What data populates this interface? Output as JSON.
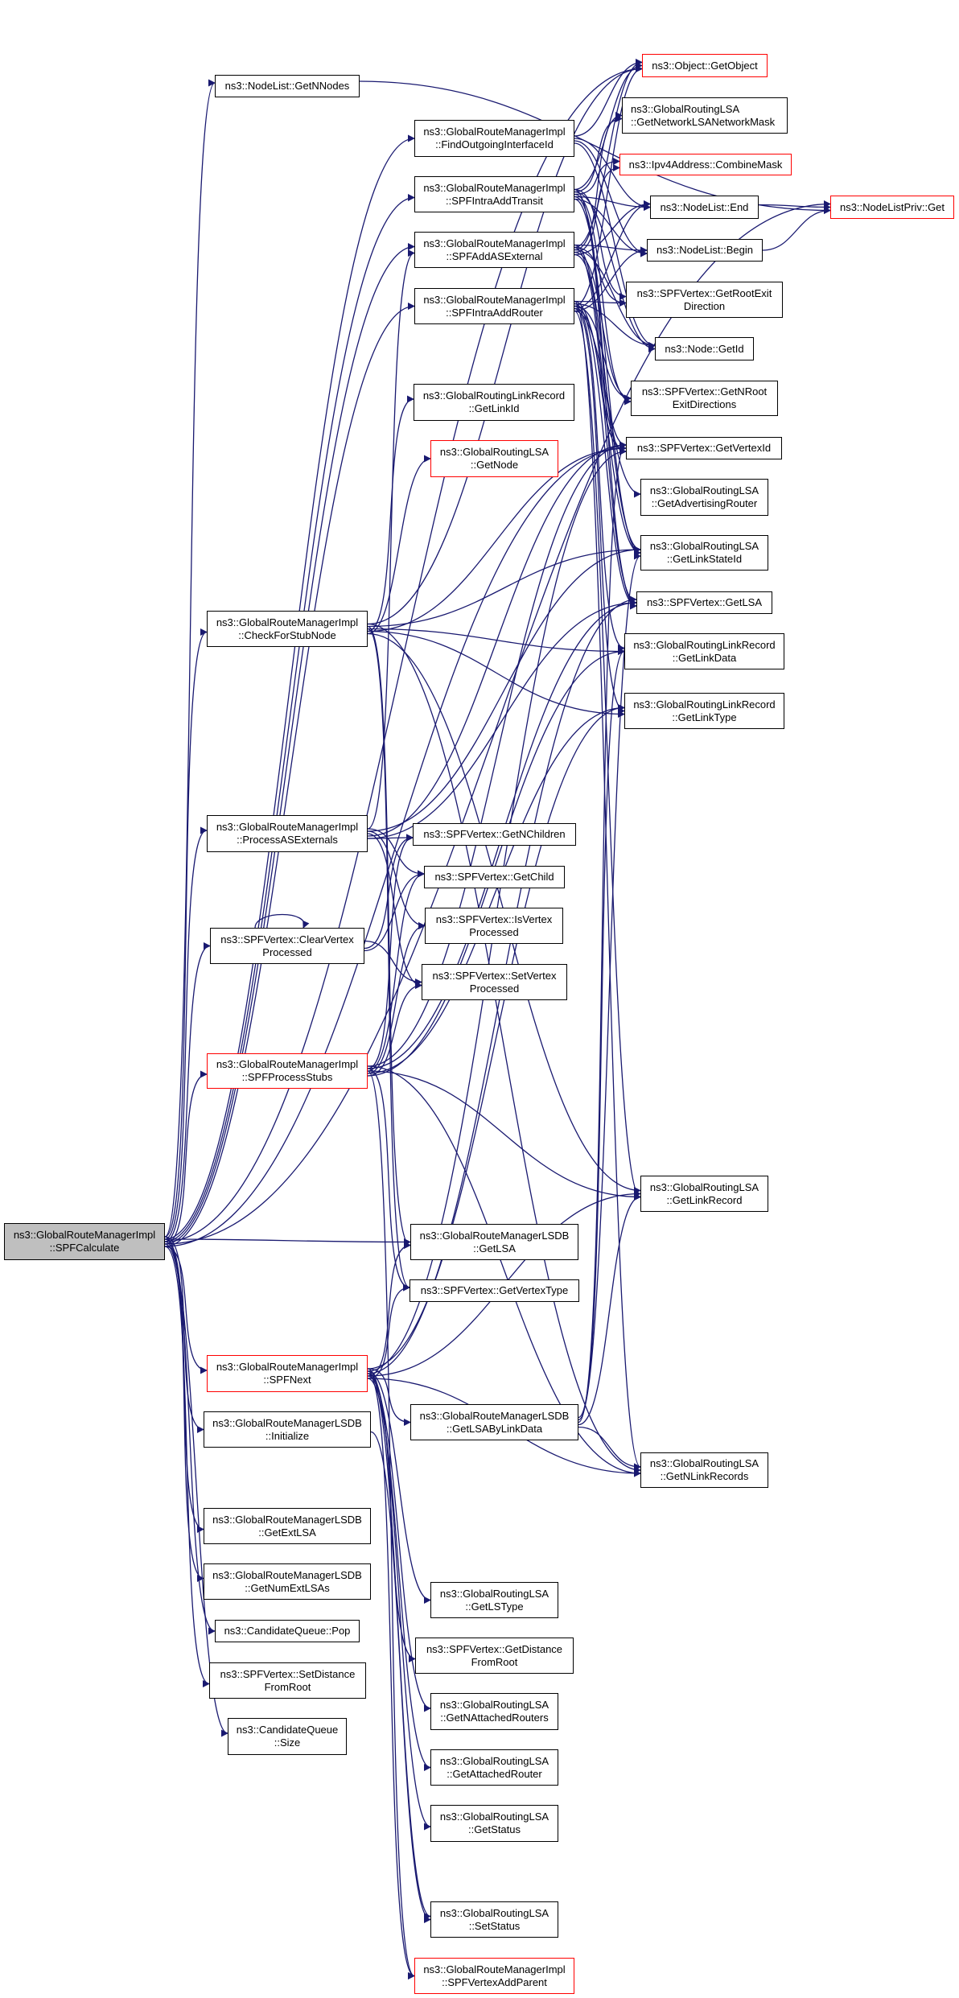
{
  "graph": {
    "title": "Call graph of ns3::GlobalRouteManagerImpl::SPFCalculate",
    "edge_color": "#191970",
    "node_border_color": "#000000",
    "undocumented_border_color": "#ff0000",
    "root_fill_color": "#bfbfbf",
    "nodes": {
      "spfcalculate": {
        "l1": "ns3::GlobalRouteManagerImpl",
        "l2": "::SPFCalculate",
        "style": "root"
      },
      "getnnodes": {
        "l1": "ns3::NodeList::GetNNodes",
        "l2": "",
        "style": "normal"
      },
      "findoutgoing": {
        "l1": "ns3::GlobalRouteManagerImpl",
        "l2": "::FindOutgoingInterfaceId",
        "style": "normal"
      },
      "spfintraaddtransit": {
        "l1": "ns3::GlobalRouteManagerImpl",
        "l2": "::SPFIntraAddTransit",
        "style": "normal"
      },
      "spfaddasexternal": {
        "l1": "ns3::GlobalRouteManagerImpl",
        "l2": "::SPFAddASExternal",
        "style": "normal"
      },
      "spfintraaddrouter": {
        "l1": "ns3::GlobalRouteManagerImpl",
        "l2": "::SPFIntraAddRouter",
        "style": "normal"
      },
      "getlinkid": {
        "l1": "ns3::GlobalRoutingLinkRecord",
        "l2": "::GetLinkId",
        "style": "normal"
      },
      "getnode": {
        "l1": "ns3::GlobalRoutingLSA",
        "l2": "::GetNode",
        "style": "red"
      },
      "checkforstubnode": {
        "l1": "ns3::GlobalRouteManagerImpl",
        "l2": "::CheckForStubNode",
        "style": "normal"
      },
      "processasexternals": {
        "l1": "ns3::GlobalRouteManagerImpl",
        "l2": "::ProcessASExternals",
        "style": "normal"
      },
      "clearvertexprocessed": {
        "l1": "ns3::SPFVertex::ClearVertex",
        "l2": "Processed",
        "style": "normal"
      },
      "spfprocessstubs": {
        "l1": "ns3::GlobalRouteManagerImpl",
        "l2": "::SPFProcessStubs",
        "style": "red"
      },
      "spfnext": {
        "l1": "ns3::GlobalRouteManagerImpl",
        "l2": "::SPFNext",
        "style": "red"
      },
      "lsdbinitialize": {
        "l1": "ns3::GlobalRouteManagerLSDB",
        "l2": "::Initialize",
        "style": "normal"
      },
      "getextlsa": {
        "l1": "ns3::GlobalRouteManagerLSDB",
        "l2": "::GetExtLSA",
        "style": "normal"
      },
      "getnumextlsas": {
        "l1": "ns3::GlobalRouteManagerLSDB",
        "l2": "::GetNumExtLSAs",
        "style": "normal"
      },
      "cqpop": {
        "l1": "ns3::CandidateQueue::Pop",
        "l2": "",
        "style": "normal"
      },
      "setdistancefromroot": {
        "l1": "ns3::SPFVertex::SetDistance",
        "l2": "FromRoot",
        "style": "normal"
      },
      "cqsize": {
        "l1": "ns3::CandidateQueue",
        "l2": "::Size",
        "style": "normal"
      },
      "getnchildren": {
        "l1": "ns3::SPFVertex::GetNChildren",
        "l2": "",
        "style": "normal"
      },
      "getchild": {
        "l1": "ns3::SPFVertex::GetChild",
        "l2": "",
        "style": "normal"
      },
      "isvertexprocessed": {
        "l1": "ns3::SPFVertex::IsVertex",
        "l2": "Processed",
        "style": "normal"
      },
      "setvertexprocessed": {
        "l1": "ns3::SPFVertex::SetVertex",
        "l2": "Processed",
        "style": "normal"
      },
      "lsdbgetlsa": {
        "l1": "ns3::GlobalRouteManagerLSDB",
        "l2": "::GetLSA",
        "style": "normal"
      },
      "getvertextype": {
        "l1": "ns3::SPFVertex::GetVertexType",
        "l2": "",
        "style": "normal"
      },
      "getlsabylinkdata": {
        "l1": "ns3::GlobalRouteManagerLSDB",
        "l2": "::GetLSAByLinkData",
        "style": "normal"
      },
      "getlstype": {
        "l1": "ns3::GlobalRoutingLSA",
        "l2": "::GetLSType",
        "style": "normal"
      },
      "getdistancefromroot": {
        "l1": "ns3::SPFVertex::GetDistance",
        "l2": "FromRoot",
        "style": "normal"
      },
      "getnattachedrouters": {
        "l1": "ns3::GlobalRoutingLSA",
        "l2": "::GetNAttachedRouters",
        "style": "normal"
      },
      "getattachedrouter": {
        "l1": "ns3::GlobalRoutingLSA",
        "l2": "::GetAttachedRouter",
        "style": "normal"
      },
      "getstatus": {
        "l1": "ns3::GlobalRoutingLSA",
        "l2": "::GetStatus",
        "style": "normal"
      },
      "setstatus": {
        "l1": "ns3::GlobalRoutingLSA",
        "l2": "::SetStatus",
        "style": "normal"
      },
      "spfvertexaddparent": {
        "l1": "ns3::GlobalRouteManagerImpl",
        "l2": "::SPFVertexAddParent",
        "style": "red"
      },
      "getobject": {
        "l1": "ns3::Object::GetObject",
        "l2": "",
        "style": "red"
      },
      "getnetworkmask": {
        "l1": "ns3::GlobalRoutingLSA",
        "l2": "::GetNetworkLSANetworkMask",
        "style": "normal"
      },
      "combinemask": {
        "l1": "ns3::Ipv4Address::CombineMask",
        "l2": "",
        "style": "red"
      },
      "nodelistend": {
        "l1": "ns3::NodeList::End",
        "l2": "",
        "style": "normal"
      },
      "nodelistbegin": {
        "l1": "ns3::NodeList::Begin",
        "l2": "",
        "style": "normal"
      },
      "getrootexitdirection": {
        "l1": "ns3::SPFVertex::GetRootExit",
        "l2": "Direction",
        "style": "normal"
      },
      "nodegetid": {
        "l1": "ns3::Node::GetId",
        "l2": "",
        "style": "normal"
      },
      "getnrootexitdirections": {
        "l1": "ns3::SPFVertex::GetNRoot",
        "l2": "ExitDirections",
        "style": "normal"
      },
      "getvertexid": {
        "l1": "ns3::SPFVertex::GetVertexId",
        "l2": "",
        "style": "normal"
      },
      "getadvertisingrouter": {
        "l1": "ns3::GlobalRoutingLSA",
        "l2": "::GetAdvertisingRouter",
        "style": "normal"
      },
      "getlinkstateid": {
        "l1": "ns3::GlobalRoutingLSA",
        "l2": "::GetLinkStateId",
        "style": "normal"
      },
      "spfvertexgetlsa": {
        "l1": "ns3::SPFVertex::GetLSA",
        "l2": "",
        "style": "normal"
      },
      "getlinkdata": {
        "l1": "ns3::GlobalRoutingLinkRecord",
        "l2": "::GetLinkData",
        "style": "normal"
      },
      "getlinktype": {
        "l1": "ns3::GlobalRoutingLinkRecord",
        "l2": "::GetLinkType",
        "style": "normal"
      },
      "getlinkrecord": {
        "l1": "ns3::GlobalRoutingLSA",
        "l2": "::GetLinkRecord",
        "style": "normal"
      },
      "getnlinkrecords": {
        "l1": "ns3::GlobalRoutingLSA",
        "l2": "::GetNLinkRecords",
        "style": "normal"
      },
      "nodelistprivget": {
        "l1": "ns3::NodeListPriv::Get",
        "l2": "",
        "style": "red"
      }
    },
    "edges": [
      [
        "spfcalculate",
        "getnnodes"
      ],
      [
        "spfcalculate",
        "findoutgoing"
      ],
      [
        "spfcalculate",
        "spfintraaddtransit"
      ],
      [
        "spfcalculate",
        "spfaddasexternal"
      ],
      [
        "spfcalculate",
        "spfintraaddrouter"
      ],
      [
        "spfcalculate",
        "checkforstubnode"
      ],
      [
        "spfcalculate",
        "processasexternals"
      ],
      [
        "spfcalculate",
        "clearvertexprocessed"
      ],
      [
        "spfcalculate",
        "spfprocessstubs"
      ],
      [
        "spfcalculate",
        "spfnext"
      ],
      [
        "spfcalculate",
        "lsdbinitialize"
      ],
      [
        "spfcalculate",
        "getextlsa"
      ],
      [
        "spfcalculate",
        "getnumextlsas"
      ],
      [
        "spfcalculate",
        "cqpop"
      ],
      [
        "spfcalculate",
        "setdistancefromroot"
      ],
      [
        "spfcalculate",
        "cqsize"
      ],
      [
        "spfcalculate",
        "lsdbgetlsa"
      ],
      [
        "spfcalculate",
        "getobject"
      ],
      [
        "spfcalculate",
        "nodelistprivget"
      ],
      [
        "spfcalculate",
        "getvertexid"
      ],
      [
        "getnnodes",
        "nodelistprivget"
      ],
      [
        "findoutgoing",
        "getobject"
      ],
      [
        "findoutgoing",
        "nodelistend"
      ],
      [
        "findoutgoing",
        "nodelistbegin"
      ],
      [
        "findoutgoing",
        "nodegetid"
      ],
      [
        "spfintraaddtransit",
        "getobject"
      ],
      [
        "spfintraaddtransit",
        "getnetworkmask"
      ],
      [
        "spfintraaddtransit",
        "combinemask"
      ],
      [
        "spfintraaddtransit",
        "nodelistend"
      ],
      [
        "spfintraaddtransit",
        "nodelistbegin"
      ],
      [
        "spfintraaddtransit",
        "getrootexitdirection"
      ],
      [
        "spfintraaddtransit",
        "nodegetid"
      ],
      [
        "spfintraaddtransit",
        "getnrootexitdirections"
      ],
      [
        "spfintraaddtransit",
        "getvertexid"
      ],
      [
        "spfintraaddtransit",
        "getlinkstateid"
      ],
      [
        "spfintraaddtransit",
        "spfvertexgetlsa"
      ],
      [
        "spfaddasexternal",
        "getobject"
      ],
      [
        "spfaddasexternal",
        "getnetworkmask"
      ],
      [
        "spfaddasexternal",
        "combinemask"
      ],
      [
        "spfaddasexternal",
        "nodelistend"
      ],
      [
        "spfaddasexternal",
        "nodelistbegin"
      ],
      [
        "spfaddasexternal",
        "getrootexitdirection"
      ],
      [
        "spfaddasexternal",
        "nodegetid"
      ],
      [
        "spfaddasexternal",
        "getnrootexitdirections"
      ],
      [
        "spfaddasexternal",
        "getvertexid"
      ],
      [
        "spfaddasexternal",
        "getlinkstateid"
      ],
      [
        "spfaddasexternal",
        "spfvertexgetlsa"
      ],
      [
        "spfintraaddrouter",
        "getobject"
      ],
      [
        "spfintraaddrouter",
        "nodelistend"
      ],
      [
        "spfintraaddrouter",
        "nodelistbegin"
      ],
      [
        "spfintraaddrouter",
        "getrootexitdirection"
      ],
      [
        "spfintraaddrouter",
        "nodegetid"
      ],
      [
        "spfintraaddrouter",
        "getnrootexitdirections"
      ],
      [
        "spfintraaddrouter",
        "getvertexid"
      ],
      [
        "spfintraaddrouter",
        "getadvertisingrouter"
      ],
      [
        "spfintraaddrouter",
        "getlinkstateid"
      ],
      [
        "spfintraaddrouter",
        "spfvertexgetlsa"
      ],
      [
        "spfintraaddrouter",
        "getlinkdata"
      ],
      [
        "spfintraaddrouter",
        "getlinktype"
      ],
      [
        "spfintraaddrouter",
        "getlinkrecord"
      ],
      [
        "spfintraaddrouter",
        "getnlinkrecords"
      ],
      [
        "nodelistend",
        "nodelistprivget"
      ],
      [
        "nodelistbegin",
        "nodelistprivget"
      ],
      [
        "checkforstubnode",
        "getlinkid"
      ],
      [
        "checkforstubnode",
        "getnode"
      ],
      [
        "checkforstubnode",
        "getobject"
      ],
      [
        "checkforstubnode",
        "getlinkstateid"
      ],
      [
        "checkforstubnode",
        "getlinkdata"
      ],
      [
        "checkforstubnode",
        "getlinktype"
      ],
      [
        "checkforstubnode",
        "getlinkrecord"
      ],
      [
        "checkforstubnode",
        "getnlinkrecords"
      ],
      [
        "checkforstubnode",
        "lsdbgetlsa"
      ],
      [
        "checkforstubnode",
        "getvertextype"
      ],
      [
        "checkforstubnode",
        "getvertexid"
      ],
      [
        "processasexternals",
        "getnchildren"
      ],
      [
        "processasexternals",
        "getchild"
      ],
      [
        "processasexternals",
        "isvertexprocessed"
      ],
      [
        "processasexternals",
        "setvertexprocessed"
      ],
      [
        "processasexternals",
        "getvertexid"
      ],
      [
        "processasexternals",
        "spfvertexgetlsa"
      ],
      [
        "processasexternals",
        "spfaddasexternal"
      ],
      [
        "processasexternals",
        "getlinkstateid"
      ],
      [
        "clearvertexprocessed",
        "clearvertexprocessed"
      ],
      [
        "clearvertexprocessed",
        "getnchildren"
      ],
      [
        "clearvertexprocessed",
        "getchild"
      ],
      [
        "clearvertexprocessed",
        "setvertexprocessed"
      ],
      [
        "spfprocessstubs",
        "getnchildren"
      ],
      [
        "spfprocessstubs",
        "getchild"
      ],
      [
        "spfprocessstubs",
        "isvertexprocessed"
      ],
      [
        "spfprocessstubs",
        "setvertexprocessed"
      ],
      [
        "spfprocessstubs",
        "getvertexid"
      ],
      [
        "spfprocessstubs",
        "spfvertexgetlsa"
      ],
      [
        "spfprocessstubs",
        "getlinkrecord"
      ],
      [
        "spfprocessstubs",
        "getlinktype"
      ],
      [
        "spfprocessstubs",
        "getlinkdata"
      ],
      [
        "spfprocessstubs",
        "getnlinkrecords"
      ],
      [
        "spfprocessstubs",
        "getvertextype"
      ],
      [
        "spfprocessstubs",
        "spfvertexaddparent"
      ],
      [
        "spfnext",
        "lsdbgetlsa"
      ],
      [
        "spfnext",
        "getvertextype"
      ],
      [
        "spfnext",
        "getlsabylinkdata"
      ],
      [
        "spfnext",
        "getvertexid"
      ],
      [
        "spfnext",
        "spfvertexgetlsa"
      ],
      [
        "spfnext",
        "getlinkrecord"
      ],
      [
        "spfnext",
        "getnlinkrecords"
      ],
      [
        "spfnext",
        "getlinktype"
      ],
      [
        "spfnext",
        "getlstype"
      ],
      [
        "spfnext",
        "getdistancefromroot"
      ],
      [
        "spfnext",
        "getnattachedrouters"
      ],
      [
        "spfnext",
        "getattachedrouter"
      ],
      [
        "spfnext",
        "getstatus"
      ],
      [
        "spfnext",
        "setstatus"
      ],
      [
        "spfnext",
        "spfvertexaddparent"
      ],
      [
        "getlsabylinkdata",
        "getlinkrecord"
      ],
      [
        "getlsabylinkdata",
        "getnlinkrecords"
      ],
      [
        "getlsabylinkdata",
        "getlinkdata"
      ],
      [
        "getlsabylinkdata",
        "getlinkstateid"
      ],
      [
        "getlsabylinkdata",
        "getvertexid"
      ],
      [
        "lsdbinitialize",
        "setstatus"
      ]
    ]
  }
}
